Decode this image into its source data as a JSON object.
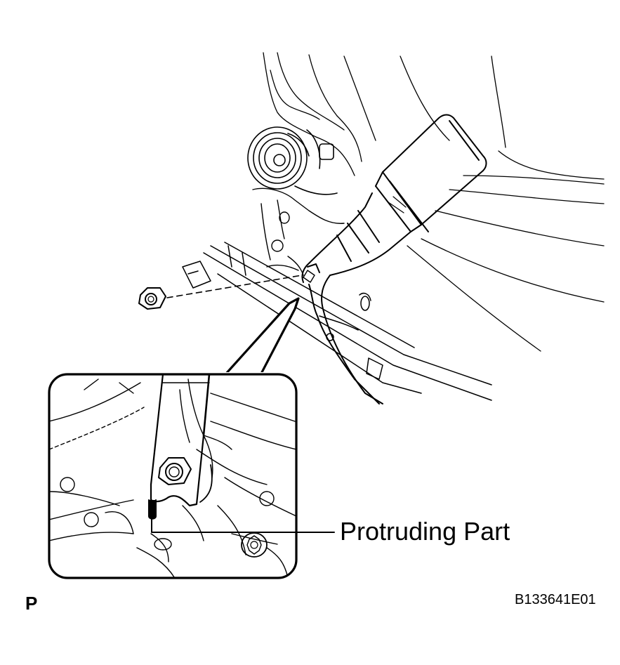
{
  "labels": {
    "protruding_part": "Protruding Part",
    "corner_mark": "P",
    "figure_code": "B133641E01"
  },
  "colors": {
    "ink": "#000000",
    "paper": "#ffffff",
    "accent_mark": "#000000"
  },
  "icons": {
    "nut": "hex-nut-icon",
    "bolt": "hex-bolt-icon",
    "torx": "torx-bolt-icon"
  }
}
